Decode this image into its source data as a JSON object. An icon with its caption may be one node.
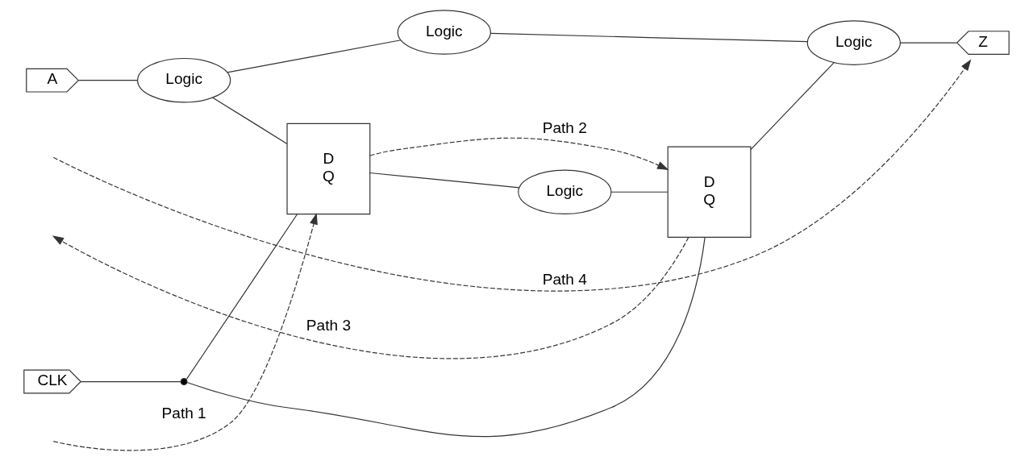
{
  "diagram": {
    "nodes": [
      {
        "text": [
          "A"
        ]
      },
      {
        "text": [
          "Logic"
        ]
      },
      {
        "text": [
          "D",
          "Q"
        ]
      },
      {
        "text": [
          "Logic"
        ]
      },
      {
        "text": [
          "D",
          "Q"
        ]
      },
      {
        "text": [
          "Logic"
        ]
      },
      {
        "text": [
          "Z"
        ]
      },
      {
        "text": [
          "CLK"
        ]
      },
      {
        "text": [],
        "shape": "circle"
      },
      {
        "text": [
          "Logic"
        ]
      }
    ],
    "edges": [
      {
        "from": 0,
        "to": 1,
        "arrow": "none"
      },
      {
        "from": 1,
        "to": 2,
        "arrow": "none"
      },
      {
        "from": 2,
        "to": 3,
        "arrow": "none"
      },
      {
        "from": 3,
        "to": 4,
        "arrow": "none"
      },
      {
        "from": 4,
        "to": 5,
        "arrow": "none"
      },
      {
        "from": 5,
        "to": 6,
        "arrow": "none"
      },
      {
        "from": 7,
        "to": 8,
        "arrow": "none"
      },
      {
        "from": 8,
        "to": 2,
        "arrow": "none"
      },
      {
        "from": 8,
        "to": 4,
        "arrow": "none"
      },
      {
        "from": 1,
        "to": 9,
        "arrow": "none"
      },
      {
        "from": 9,
        "to": 5,
        "arrow": "none"
      },
      {
        "from": null,
        "to": 2,
        "arrow": "to",
        "label": "Path 1",
        "style": "dashed"
      },
      {
        "from": 2,
        "to": 4,
        "arrow": "to",
        "label": "Path 2",
        "style": "dashed"
      },
      {
        "from": 4,
        "to": null,
        "arrow": "to",
        "label": "Path 3",
        "style": "dashed"
      },
      {
        "from": null,
        "to": 6,
        "arrow": "to",
        "label": "Path 4",
        "style": "dashed"
      }
    ]
  }
}
